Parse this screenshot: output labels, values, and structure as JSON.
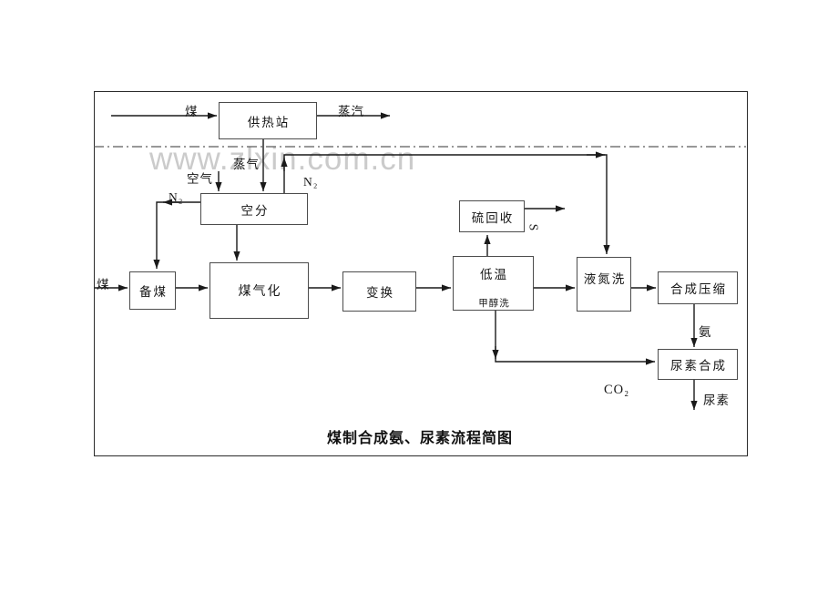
{
  "title": "煤制合成氨、尿素流程简图",
  "watermark": "www.zlxin.com.cn",
  "boxes": {
    "heating_station": "供热站",
    "air_separation": "空分",
    "coal_preparation": "备煤",
    "coal_gasification": "煤气化",
    "shift_conversion": "变换",
    "low_temp": "低温",
    "methanol_wash": "甲醇洗",
    "sulfur_recovery": "硫回收",
    "liquid_nitrogen_wash": "液氮洗",
    "synthesis_compression": "合成压缩",
    "urea_synthesis": "尿素合成"
  },
  "labels": {
    "coal_top": "煤",
    "steam_out": "蒸汽",
    "steam_in": "蒸气",
    "air_in": "空气",
    "n2_left": "N₂",
    "n2_right": "N₂",
    "coal_in": "煤",
    "sulfur_out": "S",
    "ammonia": "氨",
    "urea_out": "尿素",
    "co2": "CO₂"
  },
  "edges": [
    {
      "from": "coal_supply",
      "to": "heating_station",
      "label": "煤"
    },
    {
      "from": "heating_station",
      "to": "steam_output",
      "label": "蒸汽"
    },
    {
      "from": "heating_station",
      "to": "air_separation",
      "label": "蒸气"
    },
    {
      "from": "air_supply",
      "to": "air_separation",
      "label": "空气"
    },
    {
      "from": "air_separation",
      "to": "liquid_nitrogen_wash",
      "label": "N₂"
    },
    {
      "from": "air_separation",
      "to": "coal_preparation",
      "label": "N₂"
    },
    {
      "from": "air_separation",
      "to": "coal_gasification",
      "label": ""
    },
    {
      "from": "coal_supply",
      "to": "coal_preparation",
      "label": "煤"
    },
    {
      "from": "coal_preparation",
      "to": "coal_gasification",
      "label": ""
    },
    {
      "from": "coal_gasification",
      "to": "shift_conversion",
      "label": ""
    },
    {
      "from": "shift_conversion",
      "to": "low_temp_methanol_wash",
      "label": ""
    },
    {
      "from": "low_temp_methanol_wash",
      "to": "sulfur_recovery",
      "label": ""
    },
    {
      "from": "sulfur_recovery",
      "to": "sulfur_output",
      "label": "S"
    },
    {
      "from": "low_temp_methanol_wash",
      "to": "liquid_nitrogen_wash",
      "label": ""
    },
    {
      "from": "liquid_nitrogen_wash",
      "to": "synthesis_compression",
      "label": ""
    },
    {
      "from": "synthesis_compression",
      "to": "urea_synthesis",
      "label": "氨"
    },
    {
      "from": "low_temp_methanol_wash",
      "to": "urea_synthesis",
      "label": "CO₂"
    },
    {
      "from": "urea_synthesis",
      "to": "urea_output",
      "label": "尿素"
    }
  ],
  "colors": {
    "line": "#1a1a1a",
    "box_border": "#4c4c4c",
    "frame_border": "#2b2b2b",
    "watermark": "#cbcbcb",
    "background": "#ffffff"
  }
}
